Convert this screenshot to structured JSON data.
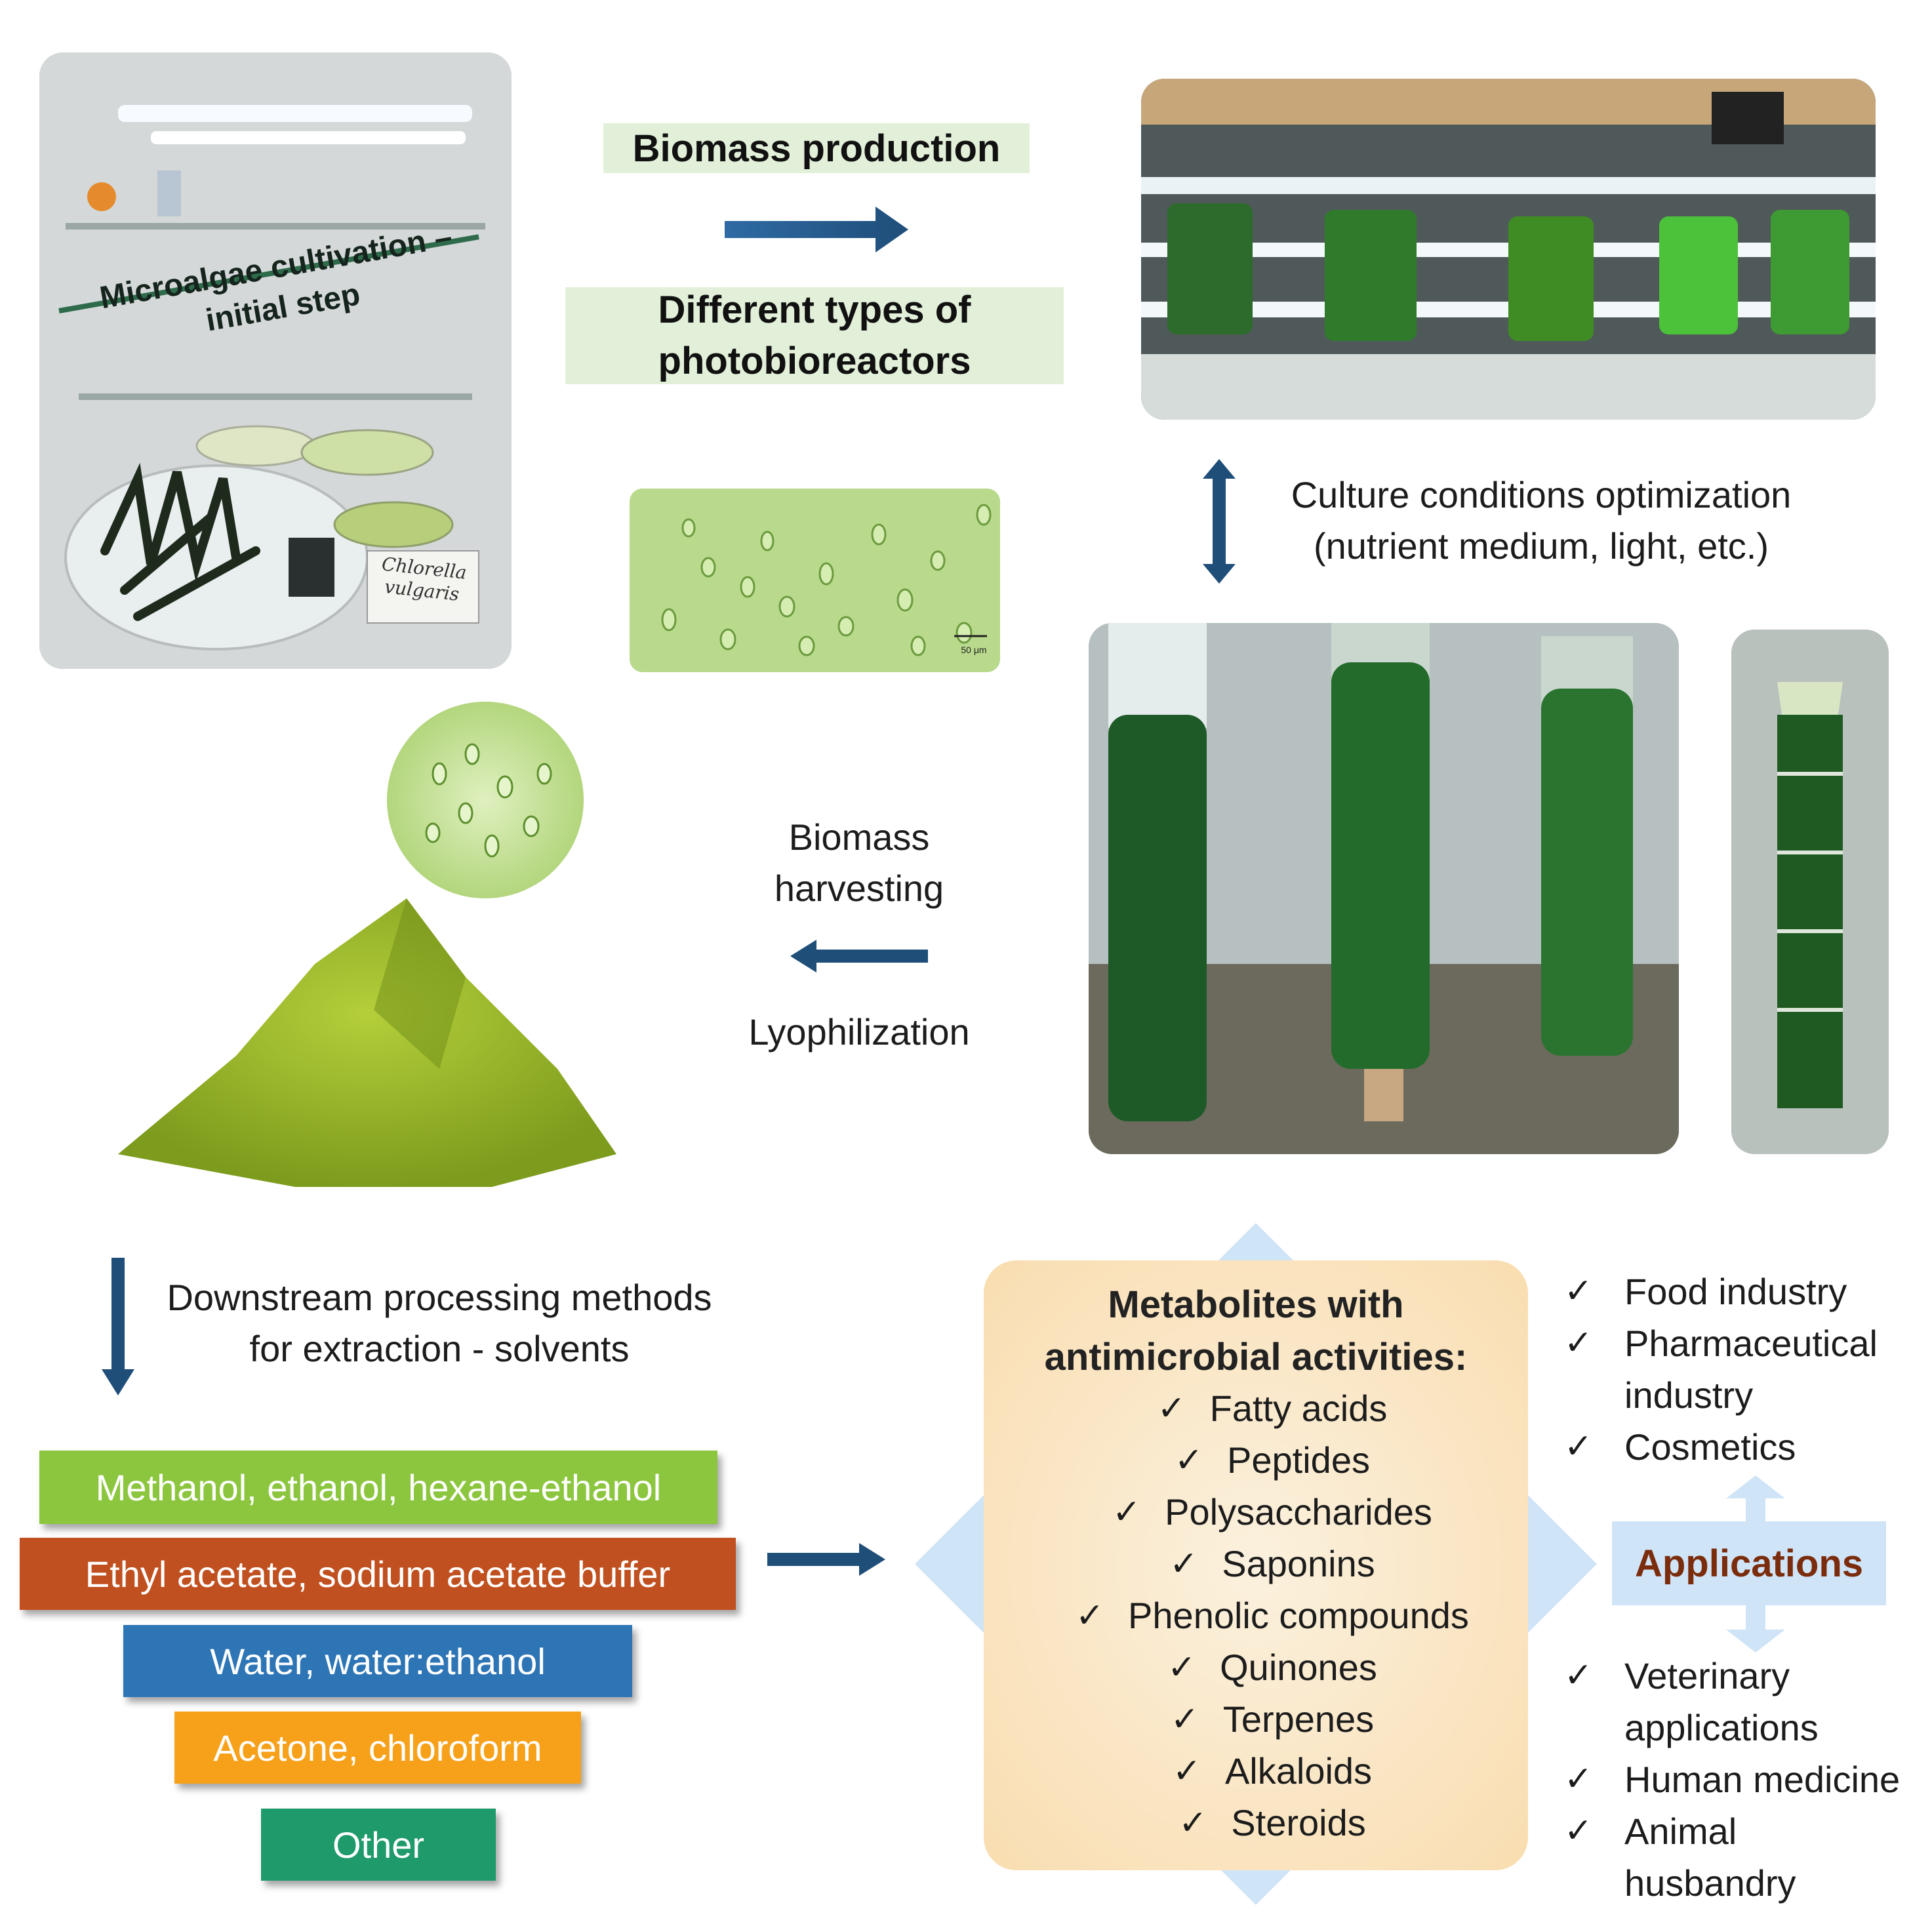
{
  "lab_photo": {
    "caption_line1": "Microalgae cultivation –",
    "caption_line2": "initial step",
    "flask_label_line1": "Chlorella",
    "flask_label_line2": "vulgaris"
  },
  "biomass_production": "Biomass production",
  "photobioreactors_line1": "Different types of",
  "photobioreactors_line2": "photobioreactors",
  "micrograph_scale": "50 μm",
  "optimization_line1": "Culture conditions optimization",
  "optimization_line2": "(nutrient medium, light, etc.)",
  "harvest_line1": "Biomass",
  "harvest_line2": "harvesting",
  "lyophilization": "Lyophilization",
  "downstream_line1": "Downstream processing methods",
  "downstream_line2": "for extraction - solvents",
  "solvents": [
    {
      "label": "Methanol, ethanol, hexane-ethanol",
      "color": "#8cc63f"
    },
    {
      "label": "Ethyl acetate, sodium acetate buffer",
      "color": "#c0501f"
    },
    {
      "label": "Water, water:ethanol",
      "color": "#2e75b6"
    },
    {
      "label": "Acetone, chloroform",
      "color": "#f7a11a"
    },
    {
      "label": "Other",
      "color": "#1f9a6b"
    }
  ],
  "metabolites": {
    "title_line1": "Metabolites with",
    "title_line2": "antimicrobial activities:",
    "check": "✓",
    "items": [
      "Fatty acids",
      "Peptides",
      "Polysaccharides",
      "Saponins",
      "Phenolic compounds",
      "Quinones",
      "Terpenes",
      "Alkaloids",
      "Steroids"
    ]
  },
  "applications_label": "Applications",
  "applications_top": [
    "Food industry",
    "Pharmaceutical",
    "industry",
    "Cosmetics"
  ],
  "applications_bottom": [
    "Veterinary",
    "applications",
    "Human medicine",
    "Animal",
    "husbandry"
  ],
  "colors": {
    "arrow_blue": "#1f4e79",
    "light_green_box": "#e2f0d9",
    "light_blue_diamond": "#cfe4f7",
    "applications_text": "#7b2c0c",
    "applications_box": "#cfe4f7"
  }
}
